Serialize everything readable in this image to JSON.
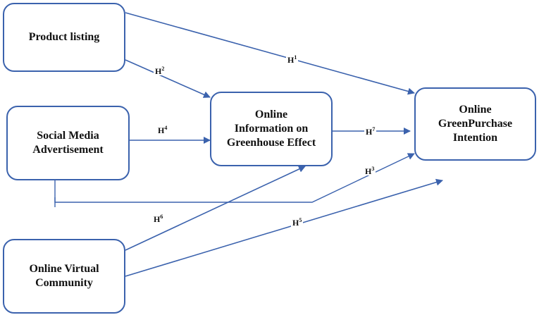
{
  "colors": {
    "edge": "#3b62ad",
    "node_border": "#3b62ad",
    "text": "#111111"
  },
  "nodes": {
    "product_listing": "Product listing",
    "social_media": "Social Media\nAdvertisement",
    "online_info": "Online\nInformation on\nGreenhouse Effect",
    "online_virtual": "Online Virtual\nCommunity",
    "green_purchase": "Online\nGreenPurchase\nIntention"
  },
  "hypotheses": {
    "h1": {
      "letter": "H",
      "num": "1"
    },
    "h2": {
      "letter": "H",
      "num": "2"
    },
    "h3": {
      "letter": "H",
      "num": "3"
    },
    "h4": {
      "letter": "H",
      "num": "4"
    },
    "h5": {
      "letter": "H",
      "num": "5"
    },
    "h6": {
      "letter": "H",
      "num": "6"
    },
    "h7": {
      "letter": "H",
      "num": "7"
    }
  }
}
